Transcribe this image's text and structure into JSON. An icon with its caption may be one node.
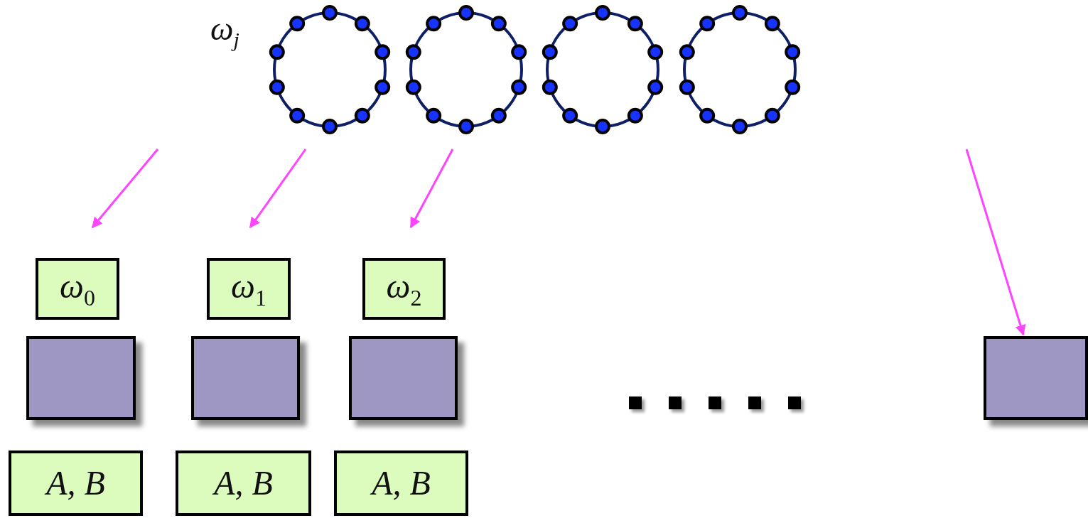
{
  "diagram": {
    "nodes": [
      {
        "text": [
          "ω$_{0}$"
        ]
      },
      {
        "text": [
          "ω$_{1}$"
        ]
      },
      {
        "text": [
          "ω$_{2}$"
        ]
      },
      {
        "text": [],
        "shape": "box"
      },
      {
        "text": [],
        "shape": "box"
      },
      {
        "text": [],
        "shape": "box"
      },
      {
        "text": [],
        "shape": "box"
      },
      {
        "text": [
          "A, B"
        ]
      },
      {
        "text": [
          "A, B"
        ]
      },
      {
        "text": [
          "A, B"
        ]
      }
    ],
    "edges": [
      {
        "from": null,
        "to": 0,
        "arrow": "to"
      },
      {
        "from": null,
        "to": 1,
        "arrow": "to"
      },
      {
        "from": null,
        "to": 2,
        "arrow": "to"
      },
      {
        "from": null,
        "to": 6,
        "arrow": "to"
      }
    ],
    "labels": [
      "ω$_{j}$"
    ]
  }
}
